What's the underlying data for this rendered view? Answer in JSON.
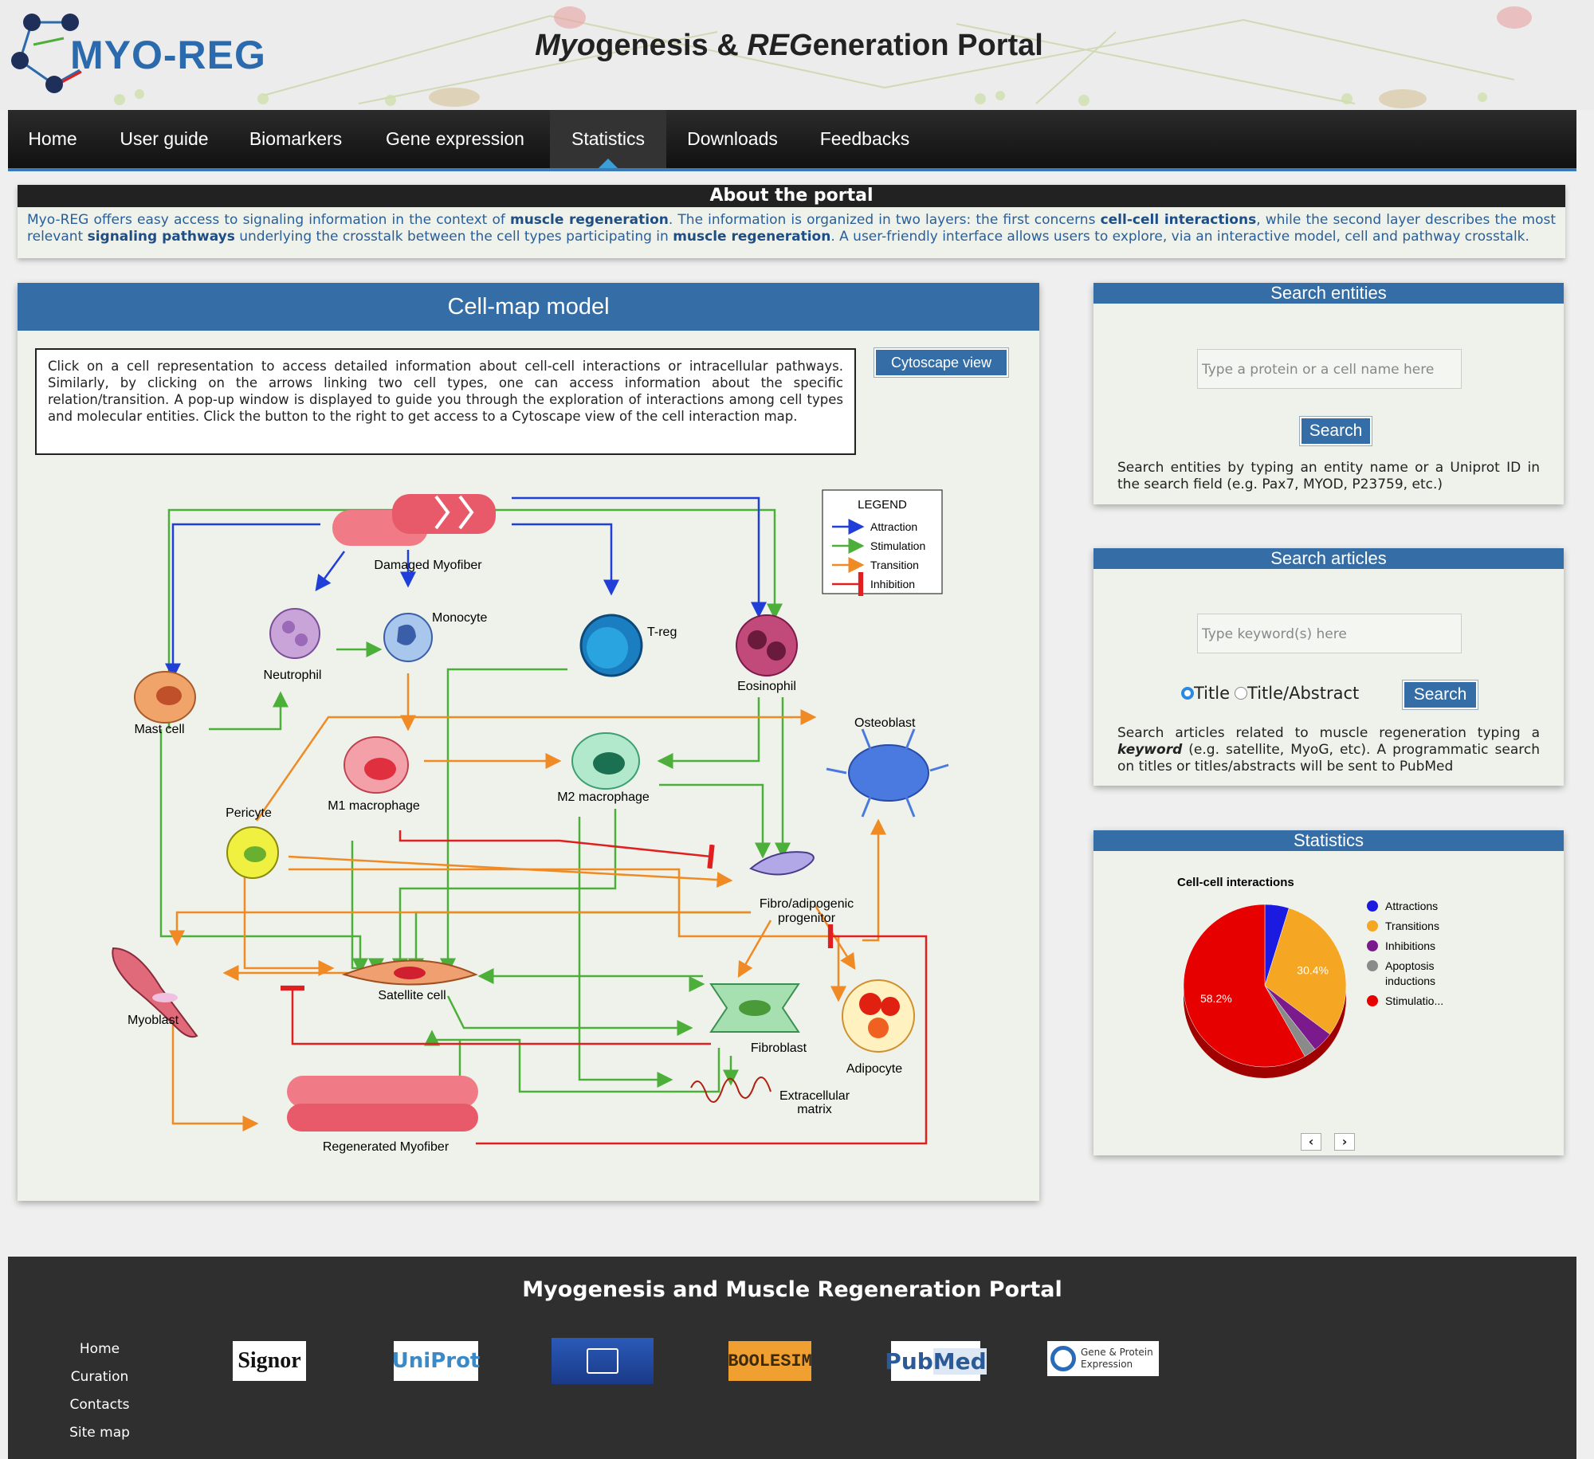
{
  "header": {
    "logo_text": "MYO-REG",
    "title_part1": "Myo",
    "title_part2": "genesis & ",
    "title_part3": "REG",
    "title_part4": "eneration Portal"
  },
  "nav": [
    {
      "label": "Home",
      "active": false
    },
    {
      "label": "User guide",
      "active": false
    },
    {
      "label": "Biomarkers",
      "active": false
    },
    {
      "label": "Gene expression",
      "active": false
    },
    {
      "label": "Statistics",
      "active": true
    },
    {
      "label": "Downloads",
      "active": false
    },
    {
      "label": "Feedbacks",
      "active": false
    }
  ],
  "about": {
    "heading": "About the portal",
    "t1": "Myo-REG offers easy access to signaling information in the context of ",
    "b1": "muscle regeneration",
    "t2": ". The information is organized in two layers: the first concerns ",
    "b2": "cell-cell interactions",
    "t3": ", while the second layer describes the most relevant ",
    "b3": "signaling pathways",
    "t4": " underlying the crosstalk between the cell types participating in ",
    "b4": "muscle regeneration",
    "t5": ". A user-friendly interface allows users to explore, via an interactive model, cell and pathway crosstalk."
  },
  "cellmap": {
    "title": "Cell-map model",
    "instructions": "Click on a cell representation to access detailed information about cell-cell interactions or intracellular pathways. Similarly, by clicking on the arrows linking two cell types, one can access information about the specific relation/transition. A pop-up window is displayed to guide you through the exploration of interactions among cell types and molecular entities. Click the button to the right to get access to a Cytoscape view of the cell interaction map.",
    "cytoscape_button": "Cytoscape view",
    "legend": {
      "title": "LEGEND",
      "items": [
        {
          "label": "Attraction",
          "color": "#1f3fd8"
        },
        {
          "label": "Stimulation",
          "color": "#4caf3a"
        },
        {
          "label": "Transition",
          "color": "#f08a24"
        },
        {
          "label": "Inhibition",
          "color": "#e02020"
        }
      ]
    },
    "cells": {
      "damaged": "Damaged Myofiber",
      "monocyte": "Monocyte",
      "treg": "T-reg",
      "eosinophil": "Eosinophil",
      "neutrophil": "Neutrophil",
      "mast": "Mast cell",
      "osteoblast": "Osteoblast",
      "m1": "M1 macrophage",
      "m2": "M2 macrophage",
      "pericyte": "Pericyte",
      "fap1": "Fibro/adipogenic",
      "fap2": "progenitor",
      "myoblast": "Myoblast",
      "satellite": "Satellite cell",
      "fibroblast": "Fibroblast",
      "adipocyte": "Adipocyte",
      "ecm1": "Extracellular",
      "ecm2": "matrix",
      "regenerated": "Regenerated Myofiber"
    }
  },
  "search_entities": {
    "title": "Search entities",
    "placeholder": "Type a protein or a cell name here",
    "button": "Search",
    "description": "Search entities by typing an entity name or a Uniprot ID in the search field (e.g. Pax7, MYOD, P23759, etc.)"
  },
  "search_articles": {
    "title": "Search articles",
    "placeholder": "Type keyword(s) here",
    "radio_title": "Title",
    "radio_title_abstract": "Title/Abstract",
    "button": "Search",
    "desc1": "Search articles related to muscle regeneration typing a ",
    "desc_kw": "keyword",
    "desc2": " (e.g. satellite, MyoG, etc). A programmatic search on titles or titles/abstracts will be sent to PubMed"
  },
  "statistics": {
    "title": "Statistics",
    "prev": "‹",
    "next": "›"
  },
  "chart_data": {
    "type": "pie",
    "title": "Cell-cell interactions",
    "categories": [
      "Attractions",
      "Transitions",
      "Inhibitions",
      "Apoptosis inductions",
      "Stimulatio..."
    ],
    "values": [
      4.8,
      30.4,
      4.2,
      2.4,
      58.2
    ],
    "colors": [
      "#1a1ae0",
      "#f5a623",
      "#7b1a8c",
      "#8a8a8a",
      "#e60000"
    ],
    "data_labels": [
      "",
      "30.4%",
      "",
      "",
      "58.2%"
    ],
    "legend_lines": [
      [
        "Attractions"
      ],
      [
        "Transitions"
      ],
      [
        "Inhibitions"
      ],
      [
        "Apoptosis",
        "inductions"
      ],
      [
        "Stimulatio..."
      ]
    ],
    "legend_position": "right"
  },
  "footer": {
    "title": "Myogenesis and Muscle Regeneration Portal",
    "links": [
      "Home",
      "Curation",
      "Contacts",
      "Site map"
    ],
    "partners": {
      "signor": "Signor",
      "uniprot": "UniProt",
      "booles": "BOOLESIM",
      "pubmed1": "Pub",
      "pubmed2": "Med",
      "gpe1": "Gene & Protein",
      "gpe2": "Expression"
    }
  }
}
